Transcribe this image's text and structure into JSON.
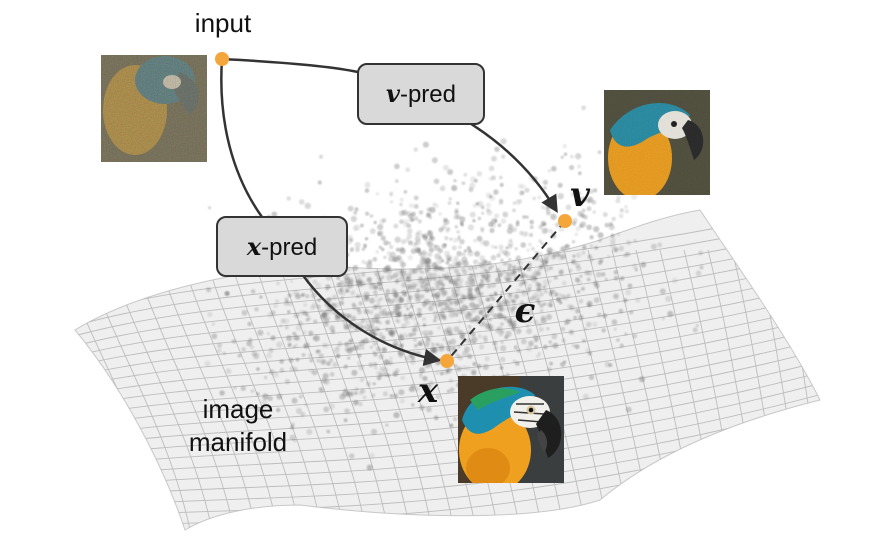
{
  "labels": {
    "input": "input",
    "vpred_var": "v",
    "vpred_text": "-pred",
    "xpred_var": "x",
    "xpred_text": "-pred",
    "v_point": "v",
    "x_point": "x",
    "epsilon": "ϵ",
    "manifold_line1": "image",
    "manifold_line2": "manifold"
  },
  "thumbnails": [
    {
      "name": "noisy-input-image",
      "noise_level": "high",
      "subject": "parrot"
    },
    {
      "name": "v-target-image",
      "noise_level": "medium",
      "subject": "parrot"
    },
    {
      "name": "clean-x-image",
      "noise_level": "none",
      "subject": "parrot"
    }
  ],
  "colors": {
    "point": "#f5a63a",
    "box_fill": "#d9d9d9",
    "box_stroke": "#333333",
    "arrow": "#333333",
    "manifold_fill": "#eeeeee",
    "manifold_grid": "#bdbdbd",
    "scatter": "#6e6e6e"
  }
}
